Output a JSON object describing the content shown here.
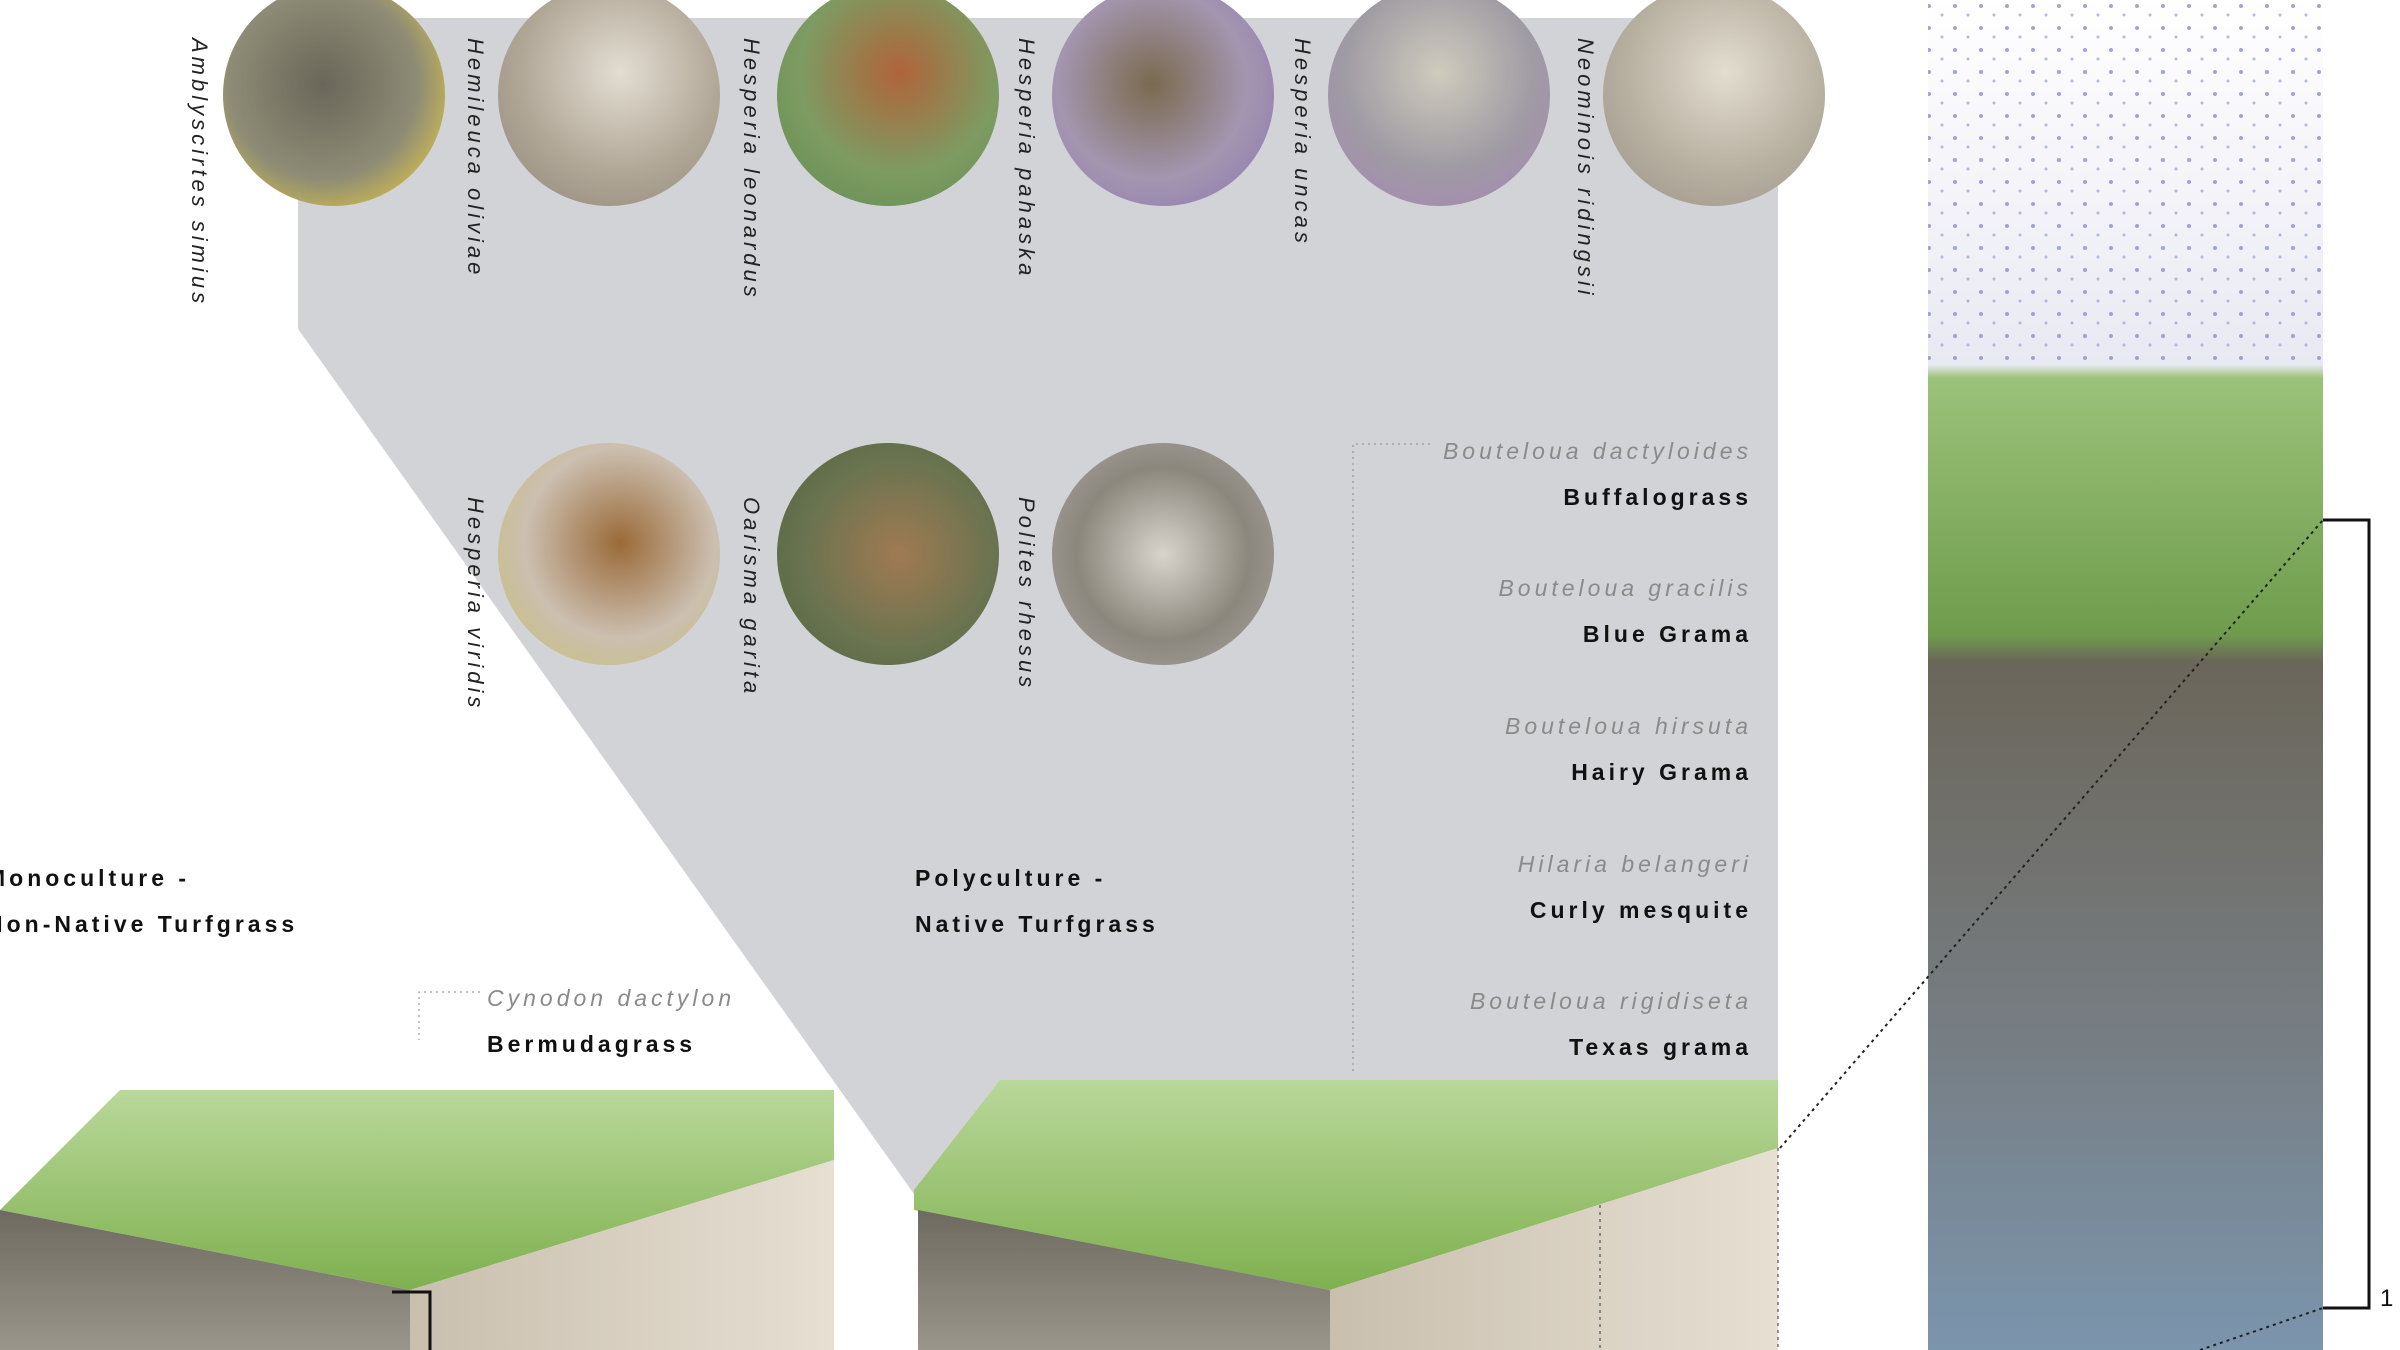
{
  "butterflies_top": [
    {
      "name": "Amblyscirtes simius",
      "color": "#7d7a62"
    },
    {
      "name": "Hemileuca oliviae",
      "color": "#a59a8a"
    },
    {
      "name": "Hesperia leonardus",
      "color": "#8a7a45"
    },
    {
      "name": "Hesperia pahaska",
      "color": "#8f7e95"
    },
    {
      "name": "Hesperia uncas",
      "color": "#9a96a0"
    },
    {
      "name": "Neominois ridingsii",
      "color": "#9b948a"
    }
  ],
  "butterflies_bottom": [
    {
      "name": "Hesperia viridis",
      "color": "#b0a38a"
    },
    {
      "name": "Oarisma garita",
      "color": "#6e6a4c"
    },
    {
      "name": "Polites rhesus",
      "color": "#9a9690"
    }
  ],
  "monoculture": {
    "line1": "Monoculture -",
    "line2": "Non-Native Turfgrass",
    "latin": "Cynodon dactylon",
    "common": "Bermudagrass"
  },
  "polyculture": {
    "line1": "Polyculture -",
    "line2": "Native Turfgrass"
  },
  "grasses": [
    {
      "latin": "Bouteloua dactyloides",
      "common": "Buffalograss"
    },
    {
      "latin": "Bouteloua gracilis",
      "common": "Blue Grama"
    },
    {
      "latin": "Bouteloua hirsuta",
      "common": "Hairy Grama"
    },
    {
      "latin": "Hilaria belangeri",
      "common": "Curly mesquite"
    },
    {
      "latin": "Bouteloua rigidiseta",
      "common": "Texas grama"
    }
  ],
  "scale_label": "1",
  "colors": {
    "panel": "#d2d3d6",
    "grass": "#8cbf5a",
    "soil": "#7a7468"
  }
}
